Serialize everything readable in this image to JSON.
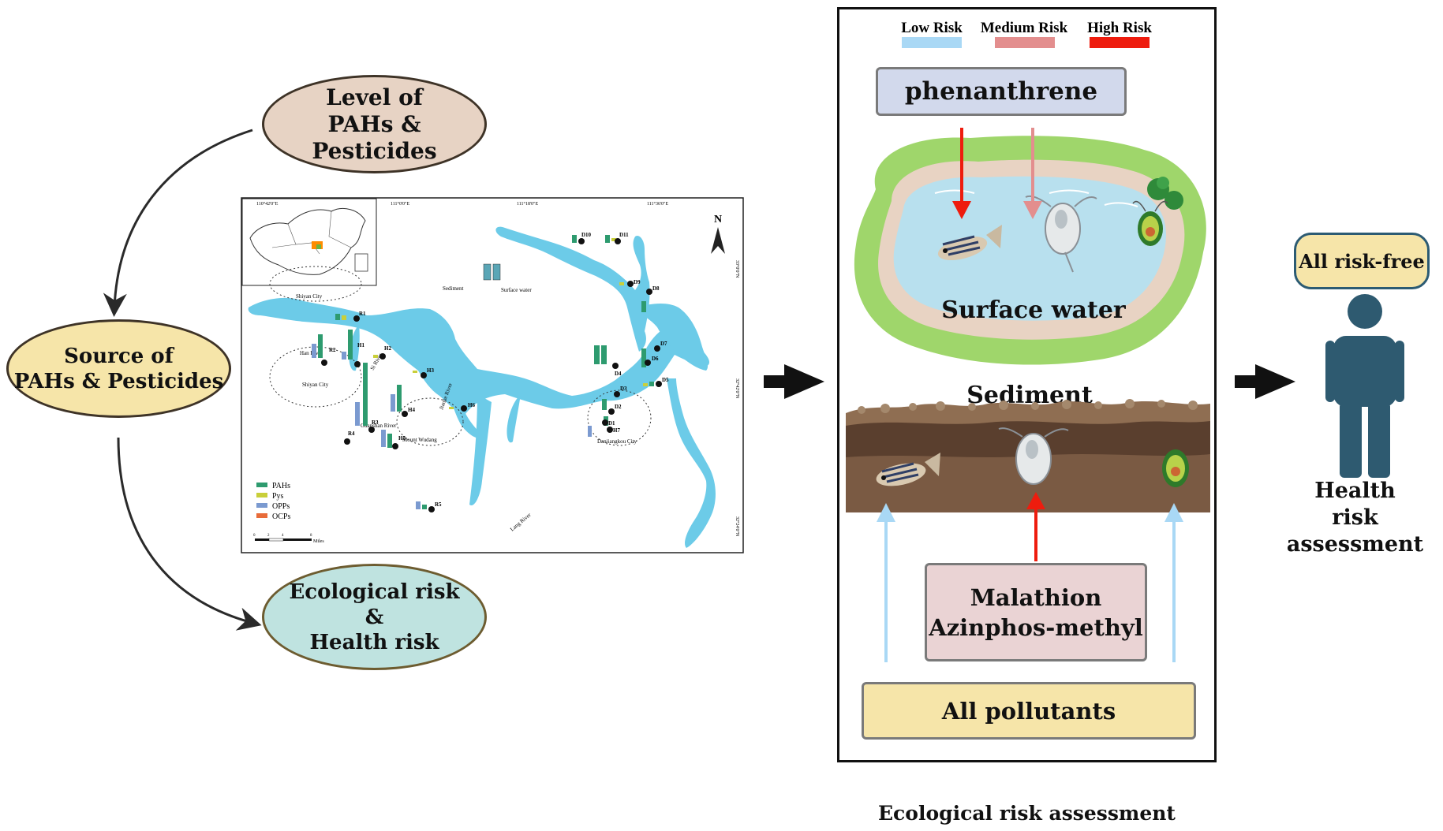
{
  "left": {
    "level_line1": "Level of",
    "level_line2": "PAHs & Pesticides",
    "source_line1": "Source of",
    "source_line2": "PAHs & Pesticides",
    "risk_line1": "Ecological risk",
    "risk_line2": "&",
    "risk_line3": "Health risk"
  },
  "map": {
    "north": "N",
    "sediment_label": "Sediment",
    "surface_label": "Surface water",
    "legend": [
      "PAHs",
      "Pys",
      "OPPs",
      "OCPs"
    ],
    "scale_label": "Miles",
    "scale_ticks": [
      "0",
      "2",
      "4",
      "8"
    ],
    "places": {
      "shiyan1": "Shiyan City",
      "shiyan2": "Shiyan City",
      "han": "Han River",
      "si": "Si River",
      "jianhe": "Jianhe River",
      "guanshan": "Guanshan River",
      "wudang": "Mount Wudang",
      "lang": "Lang River",
      "danjiang": "Danjiangkou City"
    },
    "sites": [
      "R1",
      "R2",
      "R3",
      "R4",
      "R5",
      "H1",
      "H2",
      "H3",
      "H4",
      "H5",
      "H6",
      "H7",
      "D1",
      "D2",
      "D3",
      "D4",
      "D5",
      "D6",
      "D7",
      "D8",
      "D9",
      "D10",
      "D11"
    ],
    "lon_ticks": [
      "110°42'0\"E",
      "111°0'0\"E",
      "111°18'0\"E",
      "111°36'0\"E"
    ],
    "lat_ticks": [
      "33°0'0\"N",
      "32°42'0\"N",
      "32°24'0\"N"
    ]
  },
  "eco": {
    "legend_low": "Low Risk",
    "legend_medium": "Medium Risk",
    "legend_high": "High Risk",
    "color_low": "#a9d8f5",
    "color_medium": "#e38e8e",
    "color_high": "#ee1c0e",
    "phenanthrene": "phenanthrene",
    "surface_water": "Surface water",
    "sediment": "Sediment",
    "malathion": "Malathion",
    "azinphos": "Azinphos-methyl",
    "all_pollutants": "All pollutants",
    "caption": "Ecological risk assessment"
  },
  "health": {
    "risk_free": "All risk-free",
    "line1": "Health",
    "line2": "risk assessment"
  }
}
